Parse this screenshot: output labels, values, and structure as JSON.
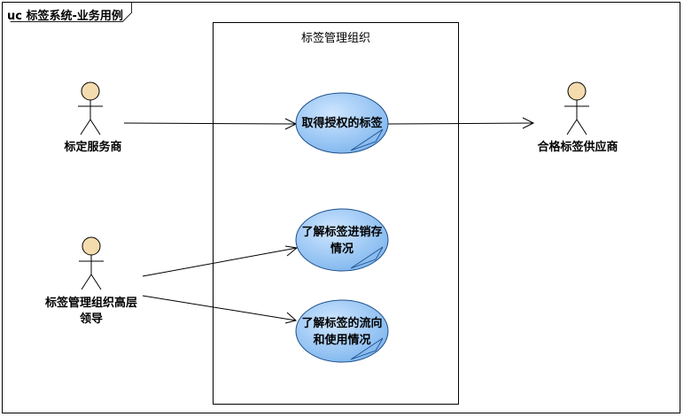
{
  "diagram": {
    "frame_title": "uc 标签系统-业务用例",
    "system_title": "标签管理组织"
  },
  "actors": {
    "service_provider": "标定服务商",
    "supplier": "合格标签供应商",
    "leadership_line1": "标签管理组织高层",
    "leadership_line2": "领导"
  },
  "use_cases": {
    "authorized_labels": "取得授权的标签",
    "inventory_line1": "了解标签进销存",
    "inventory_line2": "情况",
    "flow_line1": "了解标签的流向",
    "flow_line2": "和使用情况"
  },
  "colors": {
    "usecase_fill": "#9ecbf5",
    "usecase_stroke": "#1c4e8a",
    "actor_head": "#f5dcae",
    "line": "#000000"
  }
}
